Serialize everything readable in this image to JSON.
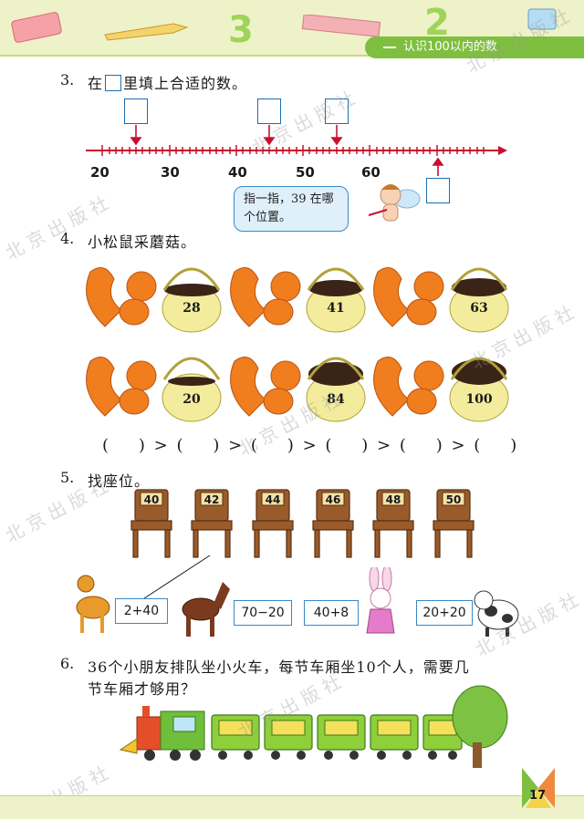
{
  "header": {
    "chapter_title": "认识100以内的数",
    "deco_numbers": [
      "3",
      "2"
    ]
  },
  "q3": {
    "number": "3.",
    "instruction_before": "在",
    "instruction_after": "里填上合适的数。",
    "tick_labels": [
      "20",
      "30",
      "40",
      "50",
      "60"
    ],
    "hint": "指一指，39 在哪个位置。"
  },
  "q4": {
    "number": "4.",
    "instruction": "小松鼠采蘑菇。",
    "baskets": [
      "28",
      "41",
      "63",
      "20",
      "84",
      "100"
    ],
    "compare_row": "(    ) > (    ) > (    ) > (    ) > (    ) > (    )"
  },
  "q5": {
    "number": "5.",
    "instruction": "找座位。",
    "chairs": [
      "40",
      "42",
      "44",
      "46",
      "48",
      "50"
    ],
    "expressions": [
      "2+40",
      "70−20",
      "40+8",
      "20+20"
    ]
  },
  "q6": {
    "number": "6.",
    "line1": "36个小朋友排队坐小火车，每节车厢坐10个人，需要几",
    "line2": "节车厢才够用？"
  },
  "watermark": "北京出版社",
  "page_number": "17",
  "colors": {
    "accent_green": "#7fbf3f",
    "box_blue": "#1a6fb3",
    "arrow_red": "#c8102e"
  }
}
